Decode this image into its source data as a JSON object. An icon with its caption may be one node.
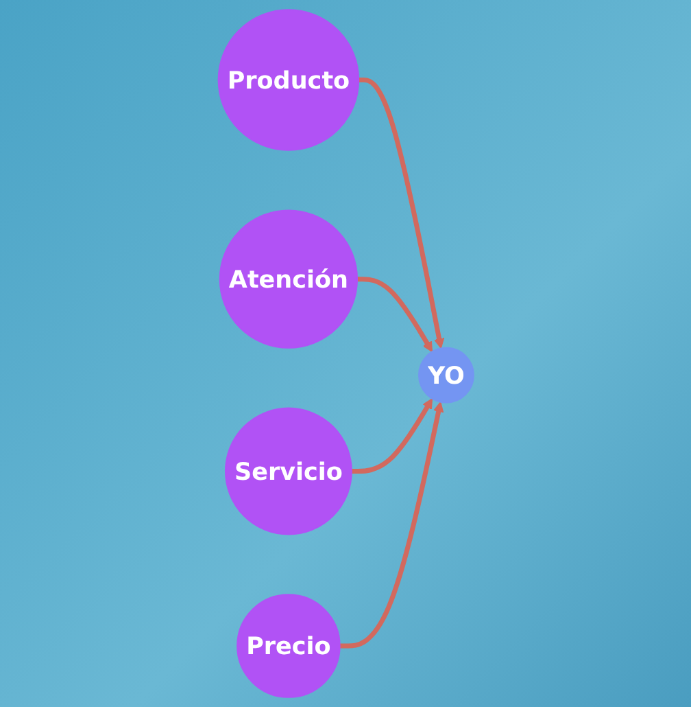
{
  "diagram": {
    "nodes": [
      {
        "text": [
          "Producto"
        ]
      },
      {
        "text": [
          "Atención"
        ]
      },
      {
        "text": [
          "YO"
        ]
      },
      {
        "text": [
          "Servicio"
        ]
      },
      {
        "text": [
          "Precio"
        ]
      }
    ],
    "edges": [
      {
        "from": 0,
        "to": 2,
        "arrow": "to"
      },
      {
        "from": 1,
        "to": 2,
        "arrow": "to"
      },
      {
        "from": 3,
        "to": 2,
        "arrow": "to"
      },
      {
        "from": 4,
        "to": 2,
        "arrow": "to"
      }
    ]
  }
}
